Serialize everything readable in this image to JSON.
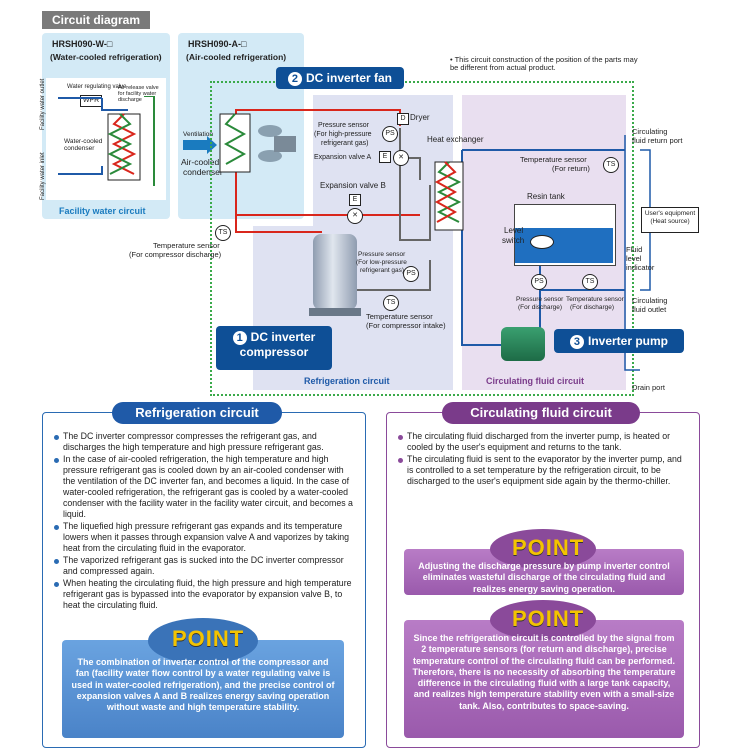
{
  "header": {
    "title": "Circuit diagram"
  },
  "water_cooled": {
    "model": "HRSH090-W-□",
    "sub": "(Water-cooled refrigeration)",
    "reg_valve": "Water regulating valve",
    "air_release": "Air release valve for facility water discharge",
    "wpr": "WPR",
    "outlet": "Facility water outlet",
    "inlet": "Facility water inlet",
    "condenser": "Water-cooled condenser",
    "circuit": "Facility water circuit"
  },
  "air_cooled": {
    "model": "HRSH090-A-□",
    "sub": "(Air-cooled refrigeration)",
    "ventilation": "Ventilation",
    "condenser_1": "Air-cooled",
    "condenser_2": "condenser"
  },
  "note": "• This circuit construction of the position of the parts may be different from actual product.",
  "fan": {
    "num": "2",
    "label": "DC inverter fan"
  },
  "compressor": {
    "num": "1",
    "label_1": "DC inverter",
    "label_2": "compressor"
  },
  "pump": {
    "num": "3",
    "label": "Inverter pump"
  },
  "labels": {
    "dryer": "Dryer",
    "d": "D",
    "ps_high_1": "Pressure sensor",
    "ps_high_2": "(For high-pressure",
    "ps_high_3": "refrigerant gas)",
    "exp_a": "Expansion valve A",
    "exp_b": "Expansion valve B",
    "e": "E",
    "hx": "Heat exchanger",
    "ts_return_1": "Temperature sensor",
    "ts_return_2": "(For return)",
    "ts_discharge_1": "Temperature sensor",
    "ts_discharge_2": "(For compressor discharge)",
    "ps_low_1": "Pressure sensor",
    "ps_low_2": "(For low-pressure",
    "ps_low_3": "refrigerant gas)",
    "ts_intake_1": "Temperature sensor",
    "ts_intake_2": "(For compressor intake)",
    "resin": "Resin tank",
    "level_1": "Level",
    "level_2": "switch",
    "ps_dis_1": "Pressure sensor",
    "ps_dis_2": "(For discharge)",
    "ts_dis_1": "Temperature sensor",
    "ts_dis_2": "(For discharge)",
    "return_port_1": "Circulating",
    "return_port_2": "fluid return port",
    "user_eq_1": "User's equipment",
    "user_eq_2": "(Heat source)",
    "fluid_ind_1": "Fluid",
    "fluid_ind_2": "level",
    "fluid_ind_3": "indicator",
    "outlet_1": "Circulating",
    "outlet_2": "fluid outlet",
    "drain": "Drain port",
    "refrig_circuit": "Refrigeration circuit",
    "circ_circuit": "Circulating fluid circuit",
    "ts": "TS",
    "ps": "PS"
  },
  "refrigeration": {
    "title": "Refrigeration circuit",
    "bullets": [
      "The DC inverter compressor compresses the refrigerant gas, and discharges the high temperature and high pressure refrigerant gas.",
      "In the case of air-cooled refrigeration, the high temperature and high pressure refrigerant gas is cooled down by an air-cooled condenser with the ventilation of the DC inverter fan, and becomes a liquid. In the case of water-cooled refrigeration, the refrigerant gas is cooled by a water-cooled condenser with the facility water in the facility water circuit, and becomes a liquid.",
      "The liquefied high pressure refrigerant gas expands and its temperature lowers when it passes through expansion valve A and vaporizes by taking heat from the circulating fluid in the evaporator.",
      "The vaporized refrigerant gas is sucked into the DC inverter compressor and compressed again.",
      "When heating the circulating fluid, the high pressure and high temperature refrigerant gas is bypassed into the evaporator by expansion valve B, to heat the circulating fluid."
    ],
    "point_word": "POINT",
    "point_text": "The combination of inverter control of the compressor and fan (facility water flow control by a water regulating valve is used in water-cooled refrigeration), and the precise control of expansion valves A and B realizes energy saving operation without waste and high temperature stability."
  },
  "circulating": {
    "title": "Circulating fluid circuit",
    "bullets": [
      "The circulating fluid discharged from the inverter pump, is heated or cooled by the user's equipment and returns to the tank.",
      "The circulating fluid is sent to the evaporator by the inverter pump, and is controlled to a set temperature by the refrigeration circuit, to be discharged to the user's equipment side again by the thermo-chiller."
    ],
    "point1_word": "POINT",
    "point1_text": "Adjusting the discharge pressure by pump inverter control eliminates wasteful discharge of the circulating fluid and realizes energy saving operation.",
    "point2_word": "POINT",
    "point2_text": "Since the refrigeration circuit is controlled by the signal from 2 temperature sensors (for return and discharge), precise temperature control of the circulating fluid can be performed. Therefore, there is no necessity of absorbing the temperature difference in the circulating fluid with a large tank capacity, and realizes high temperature stability even with a small-size tank. Also, contributes to space-saving."
  }
}
